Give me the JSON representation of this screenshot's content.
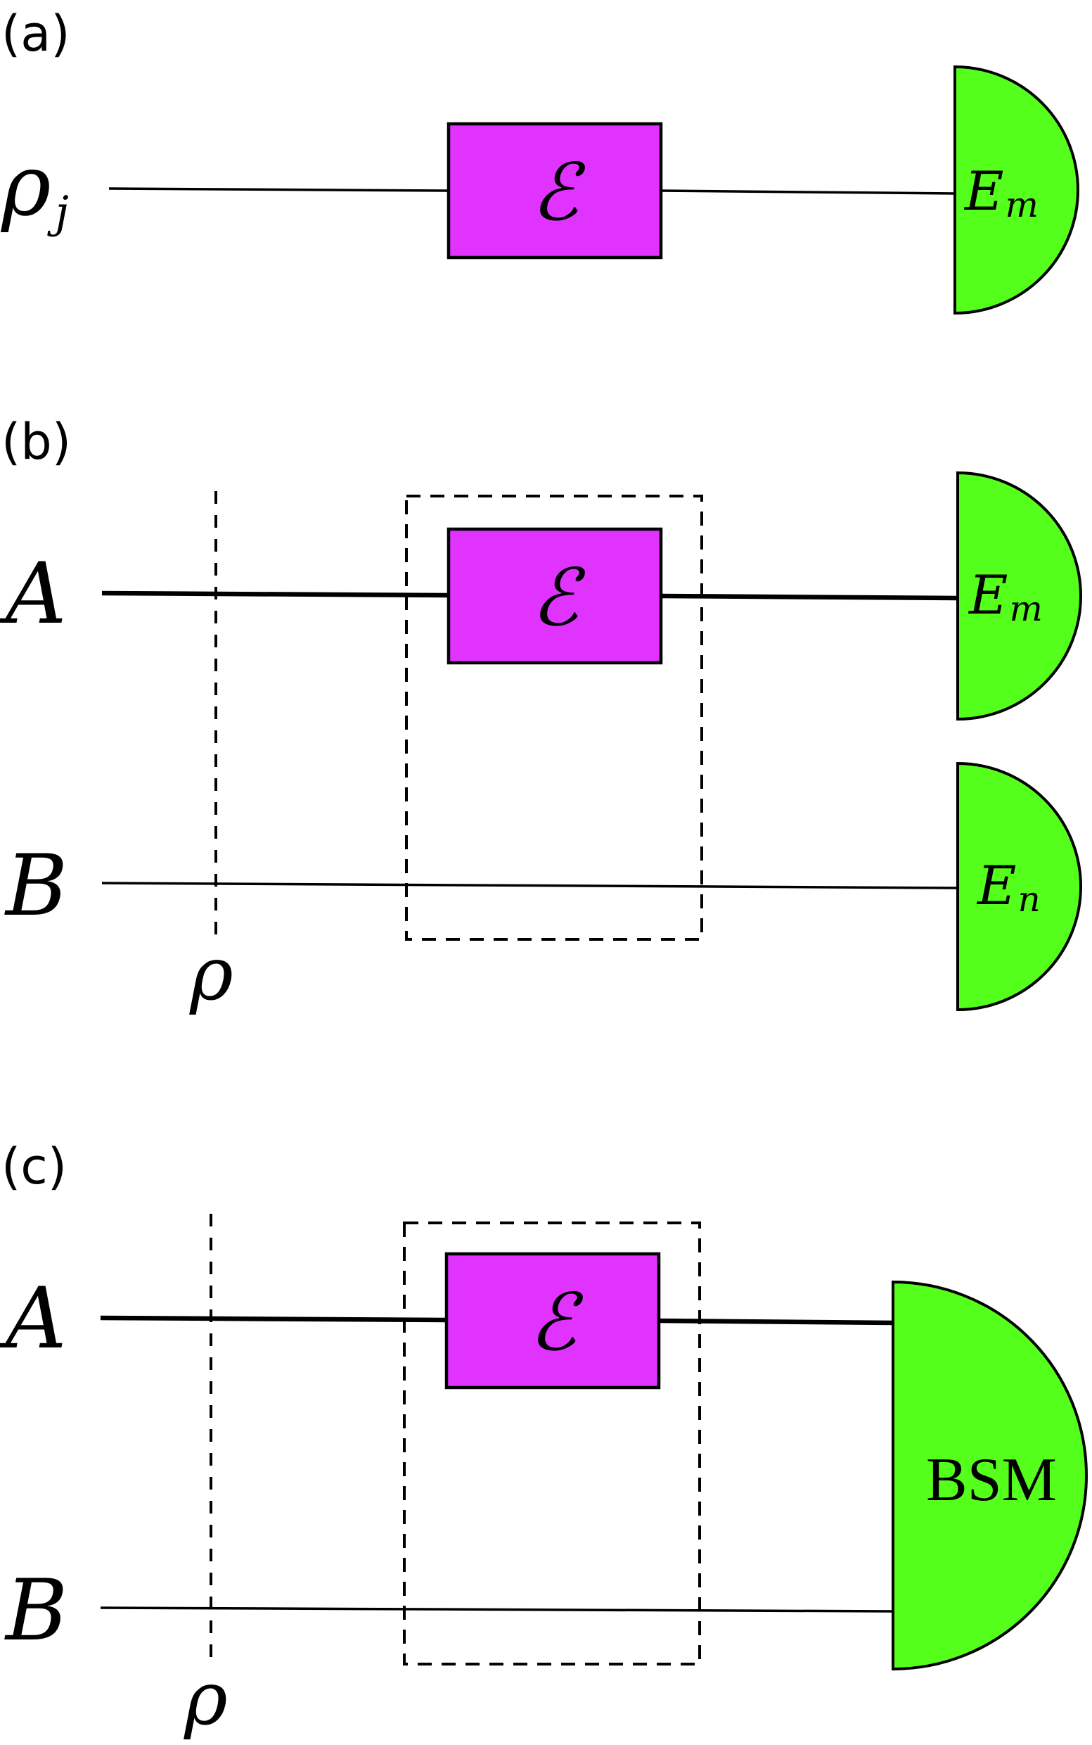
{
  "colors": {
    "gate_fill": "#E033FF",
    "meter_fill": "#55FF1C",
    "line": "#000000"
  },
  "panels": {
    "a": {
      "label": "(a)",
      "input_symbol": "ρ",
      "input_subscript": "j",
      "gate": "ℰ",
      "measurement_symbol": "E",
      "measurement_subscript": "m"
    },
    "b": {
      "label": "(b)",
      "wire_top": "A",
      "wire_bottom": "B",
      "state_symbol": "ρ",
      "gate": "ℰ",
      "measurement_top_symbol": "E",
      "measurement_top_subscript": "m",
      "measurement_bottom_symbol": "E",
      "measurement_bottom_subscript": "n"
    },
    "c": {
      "label": "(c)",
      "wire_top": "A",
      "wire_bottom": "B",
      "state_symbol": "ρ",
      "gate": "ℰ",
      "measurement": "BSM"
    }
  }
}
